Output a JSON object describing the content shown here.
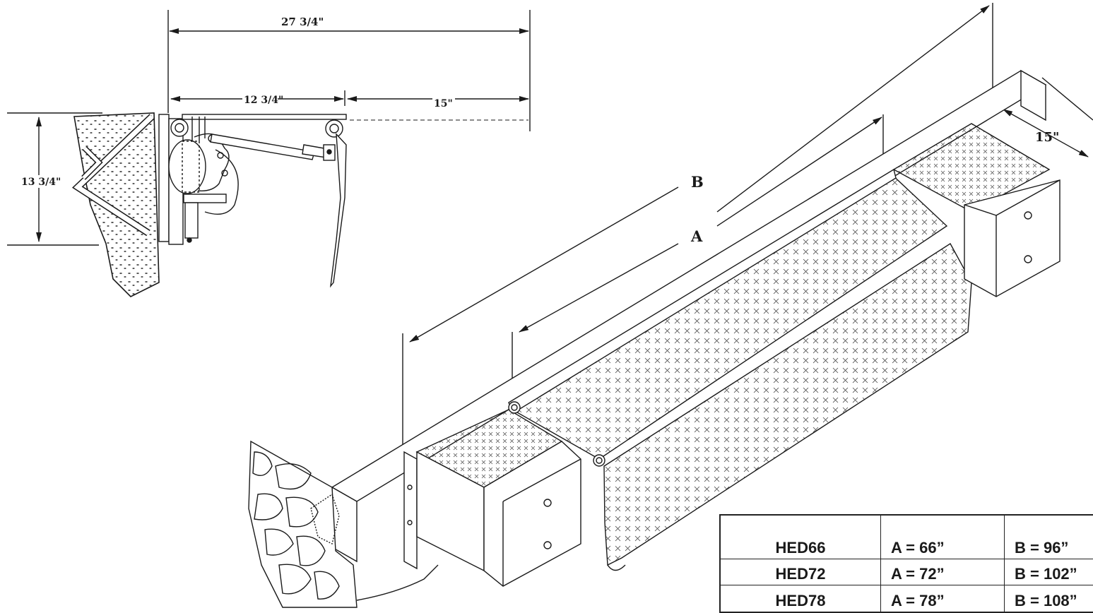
{
  "dimensions": {
    "overall_depth": "27 3/4\"",
    "housing_depth": "12 3/4\"",
    "lip_projection": "15\"",
    "height": "13 3/4\"",
    "side_lip": "15\"",
    "width_b": "B",
    "width_a": "A"
  },
  "spec_table": {
    "rows": [
      {
        "model": "HED66",
        "a": "A = 66”",
        "b": "B = 96”"
      },
      {
        "model": "HED72",
        "a": "A = 72”",
        "b": "B = 102”"
      },
      {
        "model": "HED78",
        "a": "A = 78”",
        "b": "B = 108”"
      }
    ]
  },
  "colors": {
    "line": "#1a1a1a",
    "concrete": "#ffffff",
    "background": "#ffffff"
  }
}
